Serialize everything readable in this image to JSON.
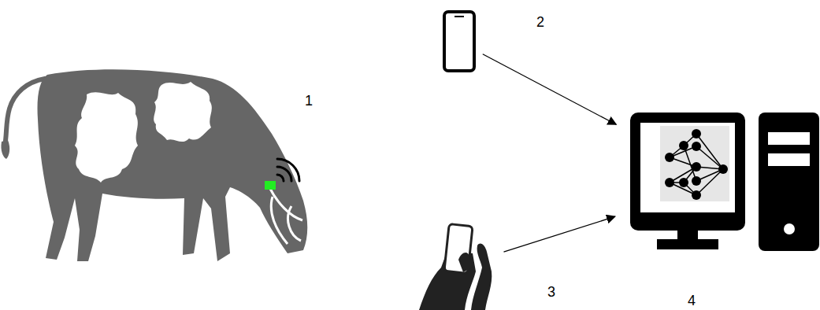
{
  "diagram": {
    "nodes": [
      {
        "text": [
          "1"
        ]
      },
      {
        "text": [
          "2"
        ]
      },
      {
        "text": [
          "3"
        ]
      },
      {
        "text": [
          "4"
        ]
      }
    ],
    "edges": [
      {
        "from": 1,
        "to": 3,
        "arrow": "to"
      },
      {
        "from": 2,
        "to": 3,
        "arrow": "to"
      }
    ]
  }
}
